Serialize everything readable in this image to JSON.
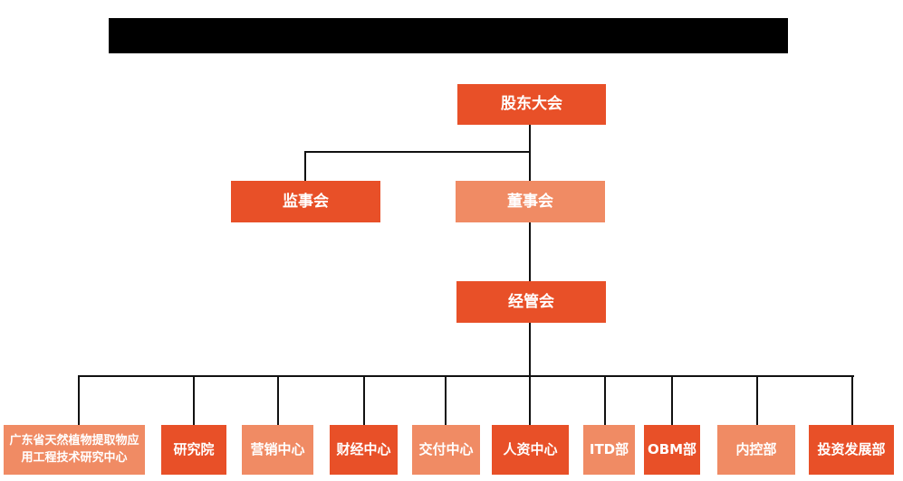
{
  "title": {
    "redacted": true,
    "note_text": ""
  },
  "colors": {
    "primary_orange": "#E85028",
    "secondary_salmon": "#F08B64",
    "connector": "#111111",
    "label_text": "#FFFFFF",
    "redaction_bar": "#000000",
    "background": "#FFFFFF"
  },
  "chart": {
    "type": "org-chart",
    "nodes": {
      "shareholders": {
        "label": "股东大会",
        "variant": "primary"
      },
      "supervisory": {
        "label": "监事会",
        "variant": "primary"
      },
      "board": {
        "label": "董事会",
        "variant": "secondary"
      },
      "management": {
        "label": "经管会",
        "variant": "primary"
      }
    },
    "departments": [
      {
        "label": "广东省天然植物提取物应用工程技术研究中心",
        "variant": "secondary"
      },
      {
        "label": "研究院",
        "variant": "primary"
      },
      {
        "label": "营销中心",
        "variant": "secondary"
      },
      {
        "label": "财经中心",
        "variant": "primary"
      },
      {
        "label": "交付中心",
        "variant": "secondary"
      },
      {
        "label": "人资中心",
        "variant": "primary"
      },
      {
        "label": "ITD部",
        "variant": "secondary"
      },
      {
        "label": "OBM部",
        "variant": "primary"
      },
      {
        "label": "内控部",
        "variant": "secondary"
      },
      {
        "label": "投资发展部",
        "variant": "primary"
      }
    ],
    "edges": [
      {
        "from": "shareholders",
        "to": "supervisory"
      },
      {
        "from": "shareholders",
        "to": "board"
      },
      {
        "from": "board",
        "to": "management"
      },
      {
        "from": "management",
        "to": "all_departments"
      }
    ]
  }
}
